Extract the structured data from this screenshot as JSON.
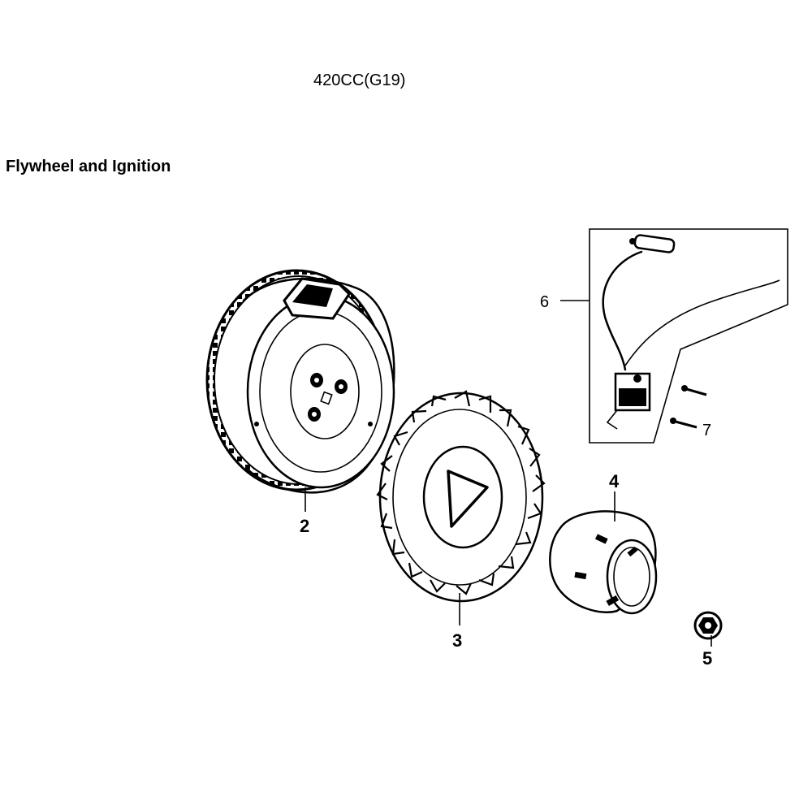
{
  "header": {
    "model": "420CC(G19)"
  },
  "section": {
    "title": "Flywheel and Ignition"
  },
  "callouts": {
    "flywheel": "2",
    "fan": "3",
    "cup": "4",
    "nut": "5",
    "coil": "6",
    "bolt": "7"
  }
}
